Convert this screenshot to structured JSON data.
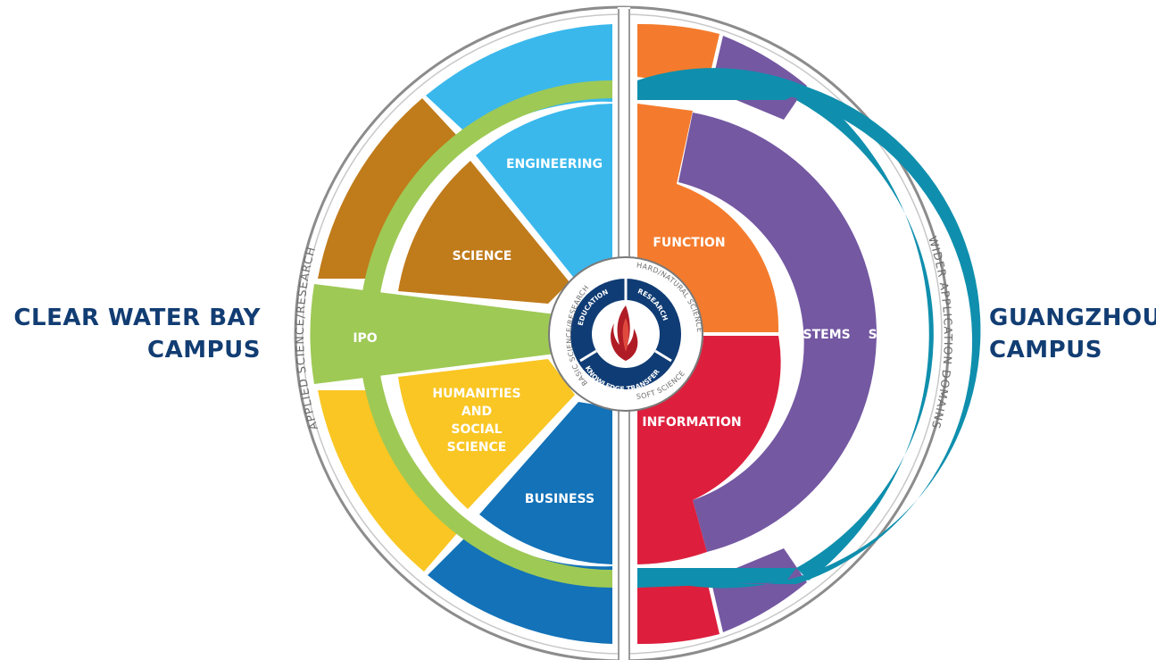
{
  "campuses": {
    "left": {
      "line1": "CLEAR WATER BAY",
      "line2": "CAMPUS"
    },
    "right": {
      "line1": "GUANGZHOU",
      "line2": "CAMPUS"
    }
  },
  "arc_labels": {
    "left": "APPLIED SCIENCE/RESEARCH",
    "right": "WIDER APPLICATION DOMAINS"
  },
  "inner_ring_labels": {
    "basic": "BASIC SCIENCE/RESEARCH",
    "hard": "HARD/NATURAL SCIENCE",
    "soft": "SOFT SCIENCE"
  },
  "hub_labels": {
    "education": "EDUCATION",
    "research": "RESEARCH",
    "knowledge_transfer": "KNOWLEDGE TRANSFER"
  },
  "segments": {
    "engineering": "ENGINEERING",
    "science": "SCIENCE",
    "ipo": "IPO",
    "humanities": [
      "HUMANITIES",
      "AND",
      "SOCIAL",
      "SCIENCE"
    ],
    "business": "BUSINESS",
    "function": "FUNCTION",
    "systems": "SYSTEMS",
    "society": "SOCIETY",
    "information": "INFORMATION"
  },
  "colors": {
    "engineering": "#3ab8ec",
    "science": "#c07b1b",
    "ipo": "#9ec955",
    "humanities": "#f9c623",
    "business": "#1372b8",
    "function": "#f47b2d",
    "systems": "#7458a2",
    "society": "#0f8fad",
    "information": "#dd1f3d",
    "campus_text": "#123d73",
    "hub": "#0f3c74"
  }
}
